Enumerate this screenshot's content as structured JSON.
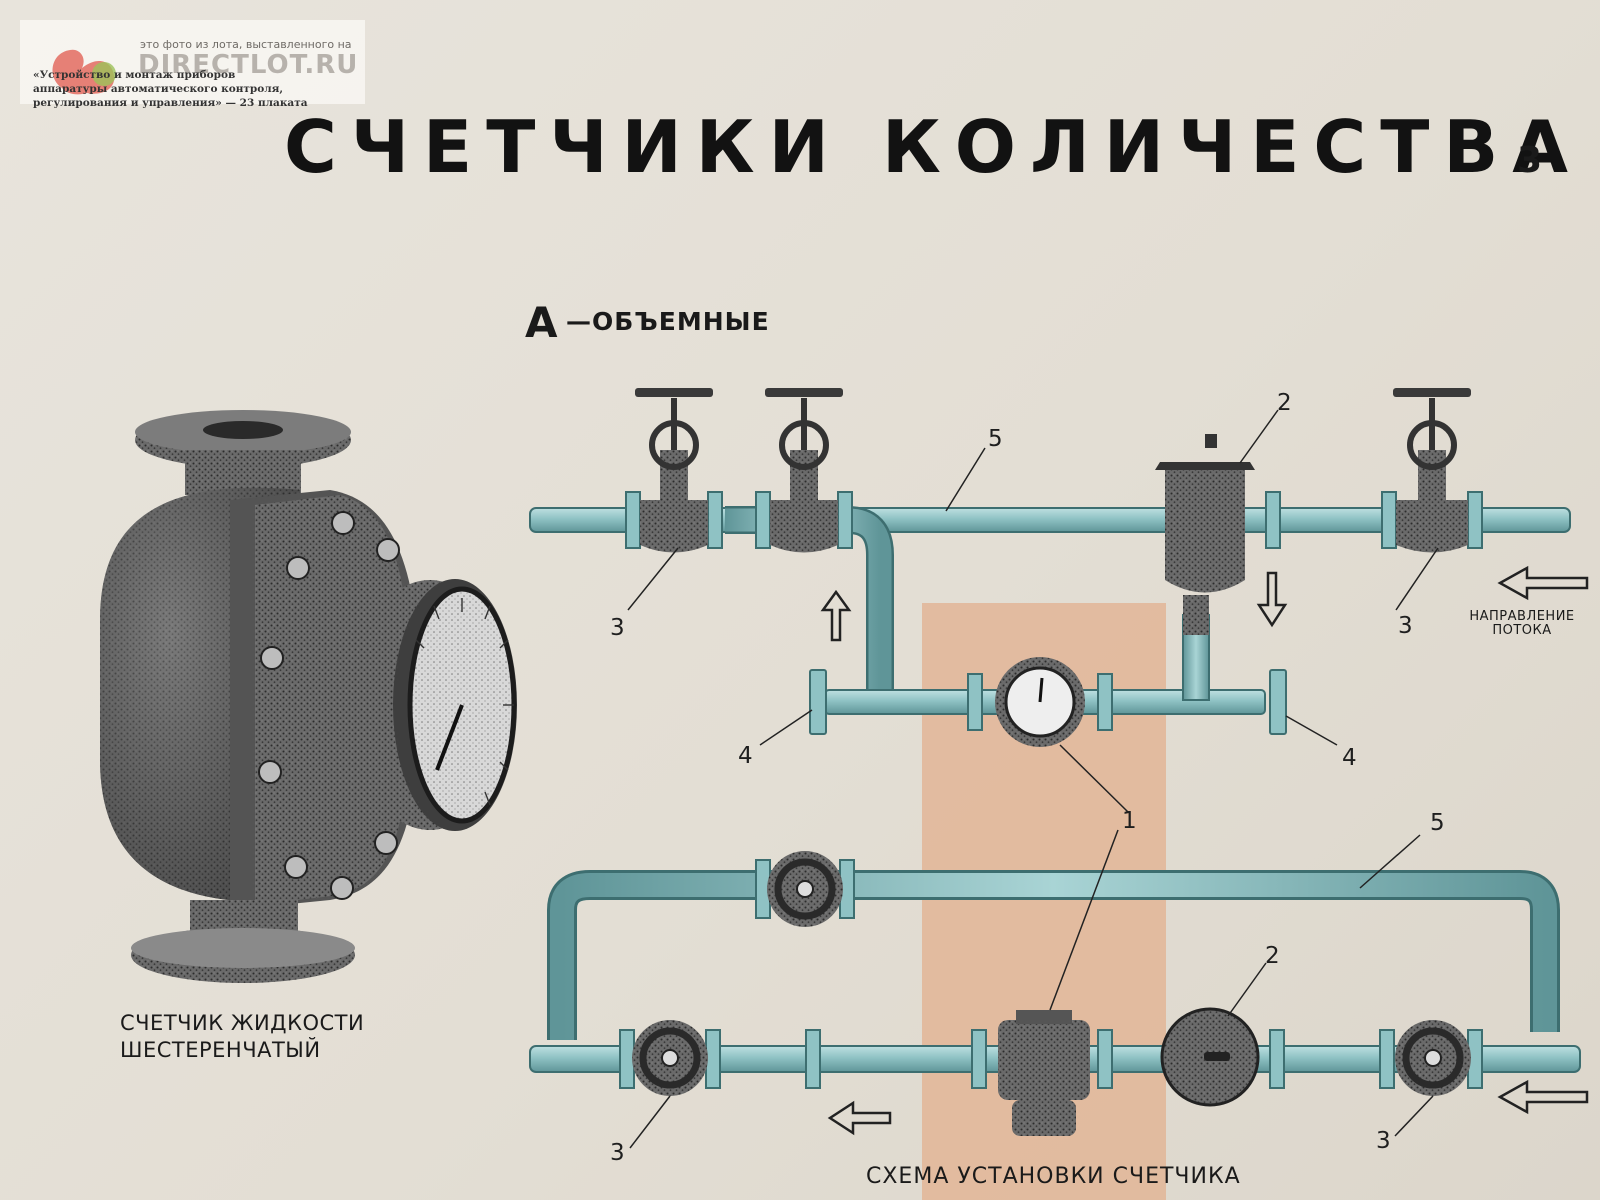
{
  "watermark": {
    "caption": "это фото из лота, выставленного на",
    "site": "DIRECTLOT.RU"
  },
  "series_note": "«Устройство и монтаж приборов аппаратуры автоматического контроля, регулирования и управления» — 23 плаката",
  "title": "СЧЕТЧИКИ КОЛИЧЕСТВА",
  "sheet_number": "3",
  "section": {
    "letter": "А",
    "name": "—ОБЪЕМНЫЕ"
  },
  "meter_caption": {
    "line1": "СЧЕТЧИК ЖИДКОСТИ",
    "line2": "ШЕСТЕРЕНЧАТЫЙ"
  },
  "flow_label": {
    "line1": "НАПРАВЛЕНИЕ",
    "line2": "ПОТОКА"
  },
  "scheme_caption": "СХЕМА УСТАНОВКИ СЧЕТЧИКА",
  "callouts": {
    "meter": "1",
    "filter": "2",
    "valve": "3",
    "flange_tee": "4",
    "bypass": "5"
  },
  "colors": {
    "pipe": "#8fc2c4",
    "pipe_dark": "#5f9598",
    "metal": "#4a4a4a",
    "highlight_panel": "#e2b597"
  }
}
